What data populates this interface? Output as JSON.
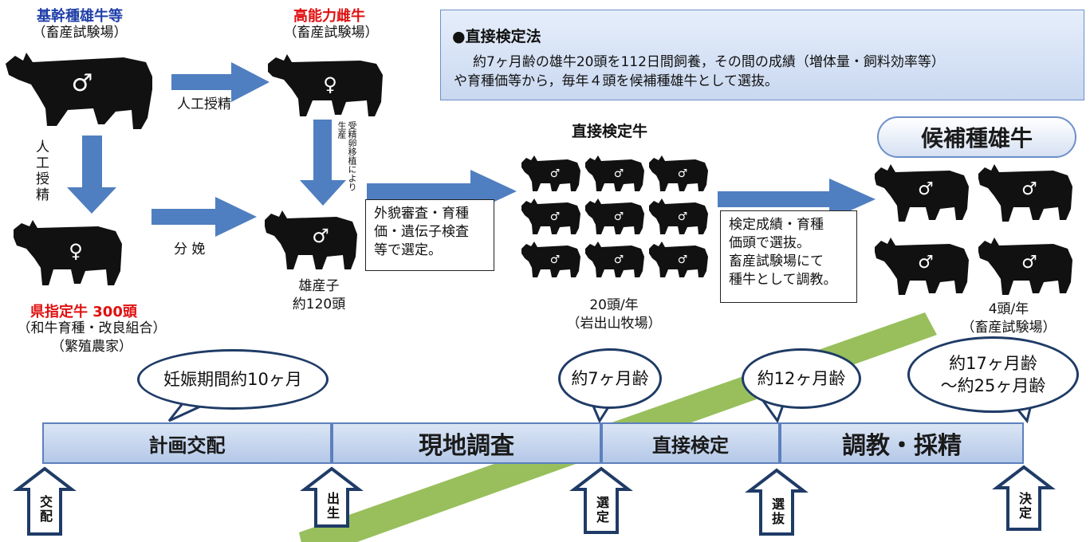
{
  "top_left": {
    "title": "基幹種雄牛等",
    "sub": "（畜産試験場）"
  },
  "top_mid": {
    "title": "高能力雌牛",
    "sub": "（畜産試験場）"
  },
  "bottom_left": {
    "title": "県指定牛 300頭",
    "sub1": "（和牛育種・改良組合）",
    "sub2": "（繁殖農家）"
  },
  "arrows": {
    "ai_horizontal": "人工授精",
    "ai_vertical": "人工授精",
    "calving": "分 娩",
    "embryo": "受精卵移植により生産"
  },
  "calf": {
    "line1": "雄産子",
    "line2": "約120頭"
  },
  "info": {
    "title": "●直接検定法",
    "line1": "約7ヶ月齢の雄牛20頭を112日間飼養，その間の成績（増体量・飼料効率等）",
    "line2": "や育種価等から，毎年４頭を候補種雄牛として選抜。"
  },
  "direct": {
    "title": "直接検定牛",
    "count": "20頭/年",
    "place": "（岩出山牧場）"
  },
  "select_box": {
    "line1": "外貌審査・育種",
    "line2": "価・遺伝子検査",
    "line3": "等で選定。"
  },
  "eval_box": {
    "line1": "検定成績・育種",
    "line2": "価頭で選抜。",
    "line3": "畜産試験場にて",
    "line4": "種牛として調教。"
  },
  "candidate": {
    "title": "候補種雄牛",
    "count": "4頭/年",
    "place": "（畜産試験場）"
  },
  "bubbles": {
    "b1": "妊娠期間約10ヶ月",
    "b2": "約7ヶ月齢",
    "b3": "約12ヶ月齢",
    "b4a": "約17ヶ月齢",
    "b4b": "～約25ヶ月齢"
  },
  "timeline": {
    "s1": "計画交配",
    "s2": "現地調査",
    "s3": "直接検定",
    "s4": "調教・採精"
  },
  "milestones": {
    "m1": "交配",
    "m2": "出生",
    "m3": "選定",
    "m4": "選抜",
    "m5": "決定"
  },
  "symbols": {
    "male": "♂",
    "female": "♀"
  },
  "colors": {
    "blue_label": "#1f3fa8",
    "red_label": "#e01010",
    "arrow": "#4f7fc0",
    "green_band": "#8db84a",
    "dark": "#1f3b66"
  }
}
